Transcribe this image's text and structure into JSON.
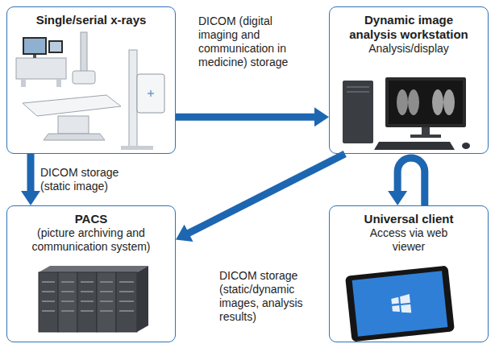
{
  "diagram": {
    "nodes": [
      {
        "text": [
          "Single/serial x-rays"
        ]
      },
      {
        "text": [
          "Dynamic image analysis workstation",
          "Analysis/display"
        ]
      },
      {
        "text": [
          "PACS",
          "(picture archiving and communication system)"
        ]
      },
      {
        "text": [
          "Universal client",
          "Access via web viewer"
        ]
      }
    ],
    "edges": [
      {
        "from": 0,
        "to": 1,
        "arrow": "to",
        "label": "DICOM (digital imaging and communication in medicine) storage"
      },
      {
        "from": 0,
        "to": 2,
        "arrow": "to",
        "label": "DICOM storage (static image)"
      },
      {
        "from": 1,
        "to": 2,
        "arrow": "to",
        "label": "DICOM storage (static/dynamic images, analysis results)"
      },
      {
        "from": 1,
        "to": 3,
        "arrow": "to"
      }
    ]
  }
}
